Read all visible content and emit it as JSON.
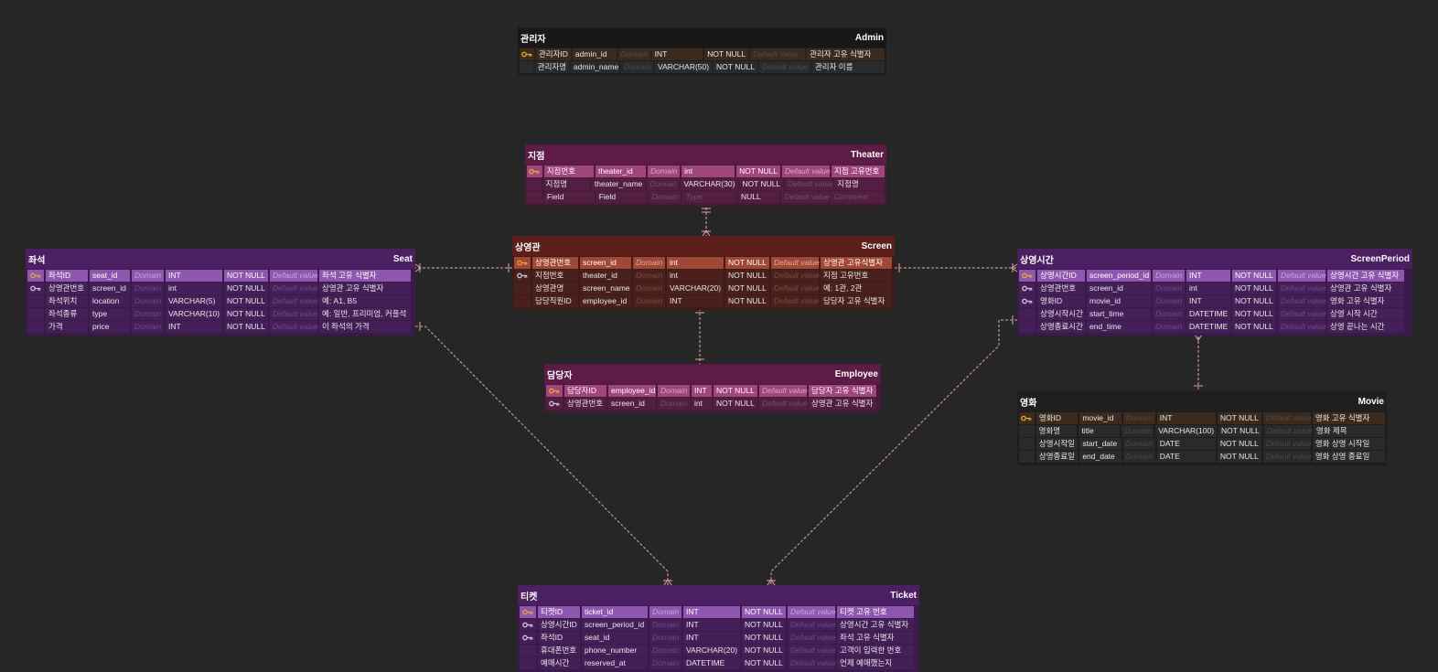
{
  "colors": {
    "background": "#262626",
    "relationship_line": "#e3a5a5",
    "key_icon": "#e0a830"
  },
  "tables": [
    {
      "id": "admin",
      "theme": "admin",
      "title_ko": "관리자",
      "title_en": "Admin",
      "columns": [
        {
          "key": "pk",
          "ko": "관리자ID",
          "name": "admin_id",
          "domain": "Domain",
          "type": "INT",
          "null": "NOT NULL",
          "default": "Default value",
          "comment": "관리자 고유 식별자"
        },
        {
          "key": "",
          "ko": "관리자명",
          "name": "admin_name",
          "domain": "Domain",
          "type": "VARCHAR(50)",
          "null": "NOT NULL",
          "default": "Default value",
          "comment": "관리자 이름"
        }
      ]
    },
    {
      "id": "theater",
      "theme": "magenta",
      "title_ko": "지점",
      "title_en": "Theater",
      "columns": [
        {
          "key": "pk",
          "ko": "지점번호",
          "name": "theater_id",
          "domain": "Domain",
          "type": "int",
          "null": "NOT NULL",
          "default": "Default value",
          "comment": "지점 고유번호"
        },
        {
          "key": "",
          "ko": "지점명",
          "name": "theater_name",
          "domain": "Domain",
          "type": "VARCHAR(30)",
          "null": "NOT NULL",
          "default": "Default value",
          "comment": "지점명"
        },
        {
          "key": "",
          "ko": "Field",
          "name": "Field",
          "domain": "Domain",
          "type": "Type",
          "null": "NULL",
          "default": "Default value",
          "comment": "Comment"
        }
      ]
    },
    {
      "id": "screen",
      "theme": "red",
      "title_ko": "상영관",
      "title_en": "Screen",
      "columns": [
        {
          "key": "pk",
          "ko": "상영관번호",
          "name": "screen_id",
          "domain": "Domain",
          "type": "int",
          "null": "NOT NULL",
          "default": "Default value",
          "comment": "상영관 고유식별자"
        },
        {
          "key": "fk",
          "ko": "지점번호",
          "name": "theater_id",
          "domain": "Domain",
          "type": "int",
          "null": "NOT NULL",
          "default": "Default value",
          "comment": "지점 고유번호"
        },
        {
          "key": "",
          "ko": "상영관명",
          "name": "screen_name",
          "domain": "Domain",
          "type": "VARCHAR(20)",
          "null": "NOT NULL",
          "default": "Default value",
          "comment": "예: 1관, 2관"
        },
        {
          "key": "",
          "ko": "담당직원ID",
          "name": "employee_id",
          "domain": "Domain",
          "type": "INT",
          "null": "NOT NULL",
          "default": "Default value",
          "comment": "담당자 고유 식별자"
        }
      ]
    },
    {
      "id": "seat",
      "theme": "purple",
      "title_ko": "좌석",
      "title_en": "Seat",
      "columns": [
        {
          "key": "pk",
          "ko": "좌석ID",
          "name": "seat_id",
          "domain": "Domain",
          "type": "INT",
          "null": "NOT NULL",
          "default": "Default value",
          "comment": "좌석 고유 식별자"
        },
        {
          "key": "fk",
          "ko": "상영관번호",
          "name": "screen_id",
          "domain": "Domain",
          "type": "int",
          "null": "NOT NULL",
          "default": "Default value",
          "comment": "상영관 고유 식별자"
        },
        {
          "key": "",
          "ko": "좌석위치",
          "name": "location",
          "domain": "Domain",
          "type": "VARCHAR(5)",
          "null": "NOT NULL",
          "default": "Default value",
          "comment": "예: A1, B5"
        },
        {
          "key": "",
          "ko": "좌석종류",
          "name": "type",
          "domain": "Domain",
          "type": "VARCHAR(10)",
          "null": "NOT NULL",
          "default": "Default value",
          "comment": "예: 일반, 프리미엄, 커플석"
        },
        {
          "key": "",
          "ko": "가격",
          "name": "price",
          "domain": "Domain",
          "type": "INT",
          "null": "NOT NULL",
          "default": "Default value",
          "comment": "이 좌석의 가격"
        }
      ]
    },
    {
      "id": "screenperiod",
      "theme": "purple",
      "title_ko": "상영시간",
      "title_en": "ScreenPeriod",
      "columns": [
        {
          "key": "pk",
          "ko": "상영시간ID",
          "name": "screen_period_id",
          "domain": "Domain",
          "type": "INT",
          "null": "NOT NULL",
          "default": "Default value",
          "comment": "상영시간 고유 식별자"
        },
        {
          "key": "fk",
          "ko": "상영관번호",
          "name": "screen_id",
          "domain": "Domain",
          "type": "int",
          "null": "NOT NULL",
          "default": "Default value",
          "comment": "상영관 고유 식별자"
        },
        {
          "key": "fk",
          "ko": "영화ID",
          "name": "movie_id",
          "domain": "Domain",
          "type": "INT",
          "null": "NOT NULL",
          "default": "Default value",
          "comment": "영화 고유 식별자"
        },
        {
          "key": "",
          "ko": "상영시작시간",
          "name": "start_time",
          "domain": "Domain",
          "type": "DATETIME",
          "null": "NOT NULL",
          "default": "Default value",
          "comment": "상영 시작 시간"
        },
        {
          "key": "",
          "ko": "상영종료시간",
          "name": "end_time",
          "domain": "Domain",
          "type": "DATETIME",
          "null": "NOT NULL",
          "default": "Default value",
          "comment": "상영 끝나는 시간"
        }
      ]
    },
    {
      "id": "employee",
      "theme": "magenta",
      "title_ko": "담당자",
      "title_en": "Employee",
      "columns": [
        {
          "key": "pk",
          "ko": "담당자ID",
          "name": "employee_id",
          "domain": "Domain",
          "type": "INT",
          "null": "NOT NULL",
          "default": "Default value",
          "comment": "담당자 고유 식별자"
        },
        {
          "key": "fk",
          "ko": "상영관번호",
          "name": "screen_id",
          "domain": "Domain",
          "type": "int",
          "null": "NOT NULL",
          "default": "Default value",
          "comment": "상영관 고유 식별자"
        }
      ]
    },
    {
      "id": "movie",
      "theme": "dark",
      "title_ko": "영화",
      "title_en": "Movie",
      "columns": [
        {
          "key": "pk",
          "ko": "영화ID",
          "name": "movie_id",
          "domain": "Domain",
          "type": "INT",
          "null": "NOT NULL",
          "default": "Default value",
          "comment": "영화 고유 식별자"
        },
        {
          "key": "",
          "ko": "영화명",
          "name": "title",
          "domain": "Domain",
          "type": "VARCHAR(100)",
          "null": "NOT NULL",
          "default": "Default value",
          "comment": "영화 제목"
        },
        {
          "key": "",
          "ko": "상영시작일",
          "name": "start_date",
          "domain": "Domain",
          "type": "DATE",
          "null": "NOT NULL",
          "default": "Default value",
          "comment": "영화 상영 시작일"
        },
        {
          "key": "",
          "ko": "상영종료일",
          "name": "end_date",
          "domain": "Domain",
          "type": "DATE",
          "null": "NOT NULL",
          "default": "Default value",
          "comment": "영화 상영 종료일"
        }
      ]
    },
    {
      "id": "ticket",
      "theme": "purple",
      "title_ko": "티켓",
      "title_en": "Ticket",
      "columns": [
        {
          "key": "pk",
          "ko": "티켓ID",
          "name": "ticket_id",
          "domain": "Domain",
          "type": "INT",
          "null": "NOT NULL",
          "default": "Default value",
          "comment": "티켓 고유 번호"
        },
        {
          "key": "fk",
          "ko": "상영시간ID",
          "name": "screen_period_id",
          "domain": "Domain",
          "type": "INT",
          "null": "NOT NULL",
          "default": "Default value",
          "comment": "상영시간 고유 식별자"
        },
        {
          "key": "fk",
          "ko": "좌석ID",
          "name": "seat_id",
          "domain": "Domain",
          "type": "INT",
          "null": "NOT NULL",
          "default": "Default value",
          "comment": "좌석 고유 식별자"
        },
        {
          "key": "",
          "ko": "휴대폰번호",
          "name": "phone_number",
          "domain": "Domain",
          "type": "VARCHAR(20)",
          "null": "NOT NULL",
          "default": "Default value",
          "comment": "고객이 입력한 번호"
        },
        {
          "key": "",
          "ko": "예매시간",
          "name": "reserved_at",
          "domain": "Domain",
          "type": "DATETIME",
          "null": "NOT NULL",
          "default": "Default value",
          "comment": "언제 예매했는지"
        }
      ]
    }
  ],
  "relationships": [
    {
      "from": "theater",
      "to": "screen"
    },
    {
      "from": "screen",
      "to": "seat"
    },
    {
      "from": "screen",
      "to": "screenperiod"
    },
    {
      "from": "screen",
      "to": "employee"
    },
    {
      "from": "movie",
      "to": "screenperiod"
    },
    {
      "from": "seat",
      "to": "ticket"
    },
    {
      "from": "screenperiod",
      "to": "ticket"
    }
  ]
}
